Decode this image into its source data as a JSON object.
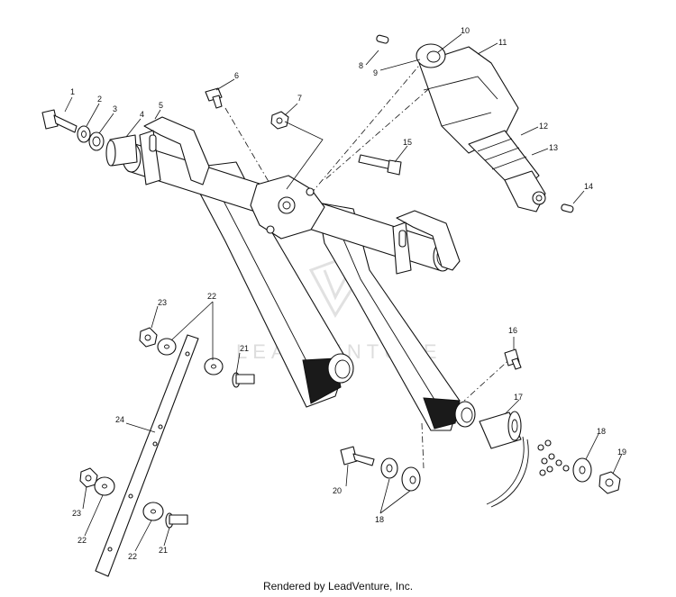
{
  "diagram": {
    "watermark": "LEADVENTURE",
    "callouts": [
      "1",
      "2",
      "3",
      "4",
      "5",
      "6",
      "7",
      "8",
      "9",
      "10",
      "11",
      "12",
      "13",
      "14",
      "15",
      "16",
      "17",
      "18",
      "19",
      "20",
      "21",
      "22",
      "23",
      "24"
    ],
    "footer": "Rendered by LeadVenture, Inc."
  }
}
